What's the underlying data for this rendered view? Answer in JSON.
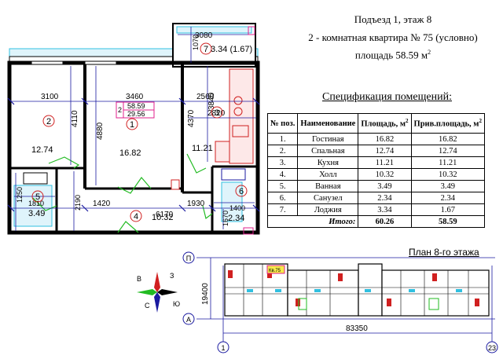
{
  "header": {
    "line1": "Подъезд 1, этаж 8",
    "line2": "2 - комнатная квартира № 75 (условно)",
    "line3_prefix": "площадь 58.59 м",
    "line3_sup": "2"
  },
  "spec": {
    "title": "Спецификация помещений:",
    "columns": [
      "№ поз.",
      "Наименование",
      "Площадь, м",
      "Прив.площадь, м"
    ],
    "col_sup": "2",
    "rows": [
      {
        "n": "1.",
        "name": "Гостиная",
        "area": "16.82",
        "reduced": "16.82"
      },
      {
        "n": "2.",
        "name": "Спальная",
        "area": "12.74",
        "reduced": "12.74"
      },
      {
        "n": "3.",
        "name": "Кухня",
        "area": "11.21",
        "reduced": "11.21"
      },
      {
        "n": "4.",
        "name": "Холл",
        "area": "10.32",
        "reduced": "10.32"
      },
      {
        "n": "5.",
        "name": "Ванная",
        "area": "3.49",
        "reduced": "3.49"
      },
      {
        "n": "6.",
        "name": "Санузел",
        "area": "2.34",
        "reduced": "2.34"
      },
      {
        "n": "7.",
        "name": "Лоджия",
        "area": "3.34",
        "reduced": "1.67"
      }
    ],
    "total": {
      "label": "Итого:",
      "area": "60.26",
      "reduced": "58.59"
    }
  },
  "plan": {
    "dims": {
      "d3100": "3100",
      "d3460": "3460",
      "d2560": "2560",
      "d4110": "4110",
      "d4880": "4880",
      "d4370": "4370",
      "d3840": "3840",
      "d2820": "2820",
      "d3080": "3080",
      "d1070": "1070",
      "d1420": "1420",
      "d6170": "6170",
      "d1930": "1930",
      "d2190": "2190",
      "d1810": "1810",
      "d1250": "1250",
      "d1670": "1670",
      "d1400": "1400"
    },
    "rooms": {
      "r1": "1",
      "r2": "2",
      "r3": "3",
      "r4": "4",
      "r5": "5",
      "r6": "6",
      "r7": "7",
      "a1": "16.82",
      "a2": "12.74",
      "a3": "11.21",
      "a4": "10.32",
      "a5": "3.49",
      "a6": "2.34",
      "a7": "3.34 (1.67)"
    },
    "label_box": {
      "n": "2",
      "total": "58.59",
      "living": "29.56"
    }
  },
  "floor_plan": {
    "title": "План 8-го этажа",
    "axis_top": "П",
    "axis_bottom": "А",
    "axis_left": "1",
    "axis_right": "23",
    "height_dim": "19400",
    "width_dim": "83350",
    "tag": "Кв.75"
  },
  "compass": {
    "n": "В",
    "e": "Ю",
    "s": "С",
    "w": "З"
  },
  "colors": {
    "wall": "#000000",
    "dim": "#1a1aa0",
    "accent": "#e0208c",
    "green": "#22bb22",
    "cyan": "#30c0e0",
    "red": "#d02020"
  }
}
